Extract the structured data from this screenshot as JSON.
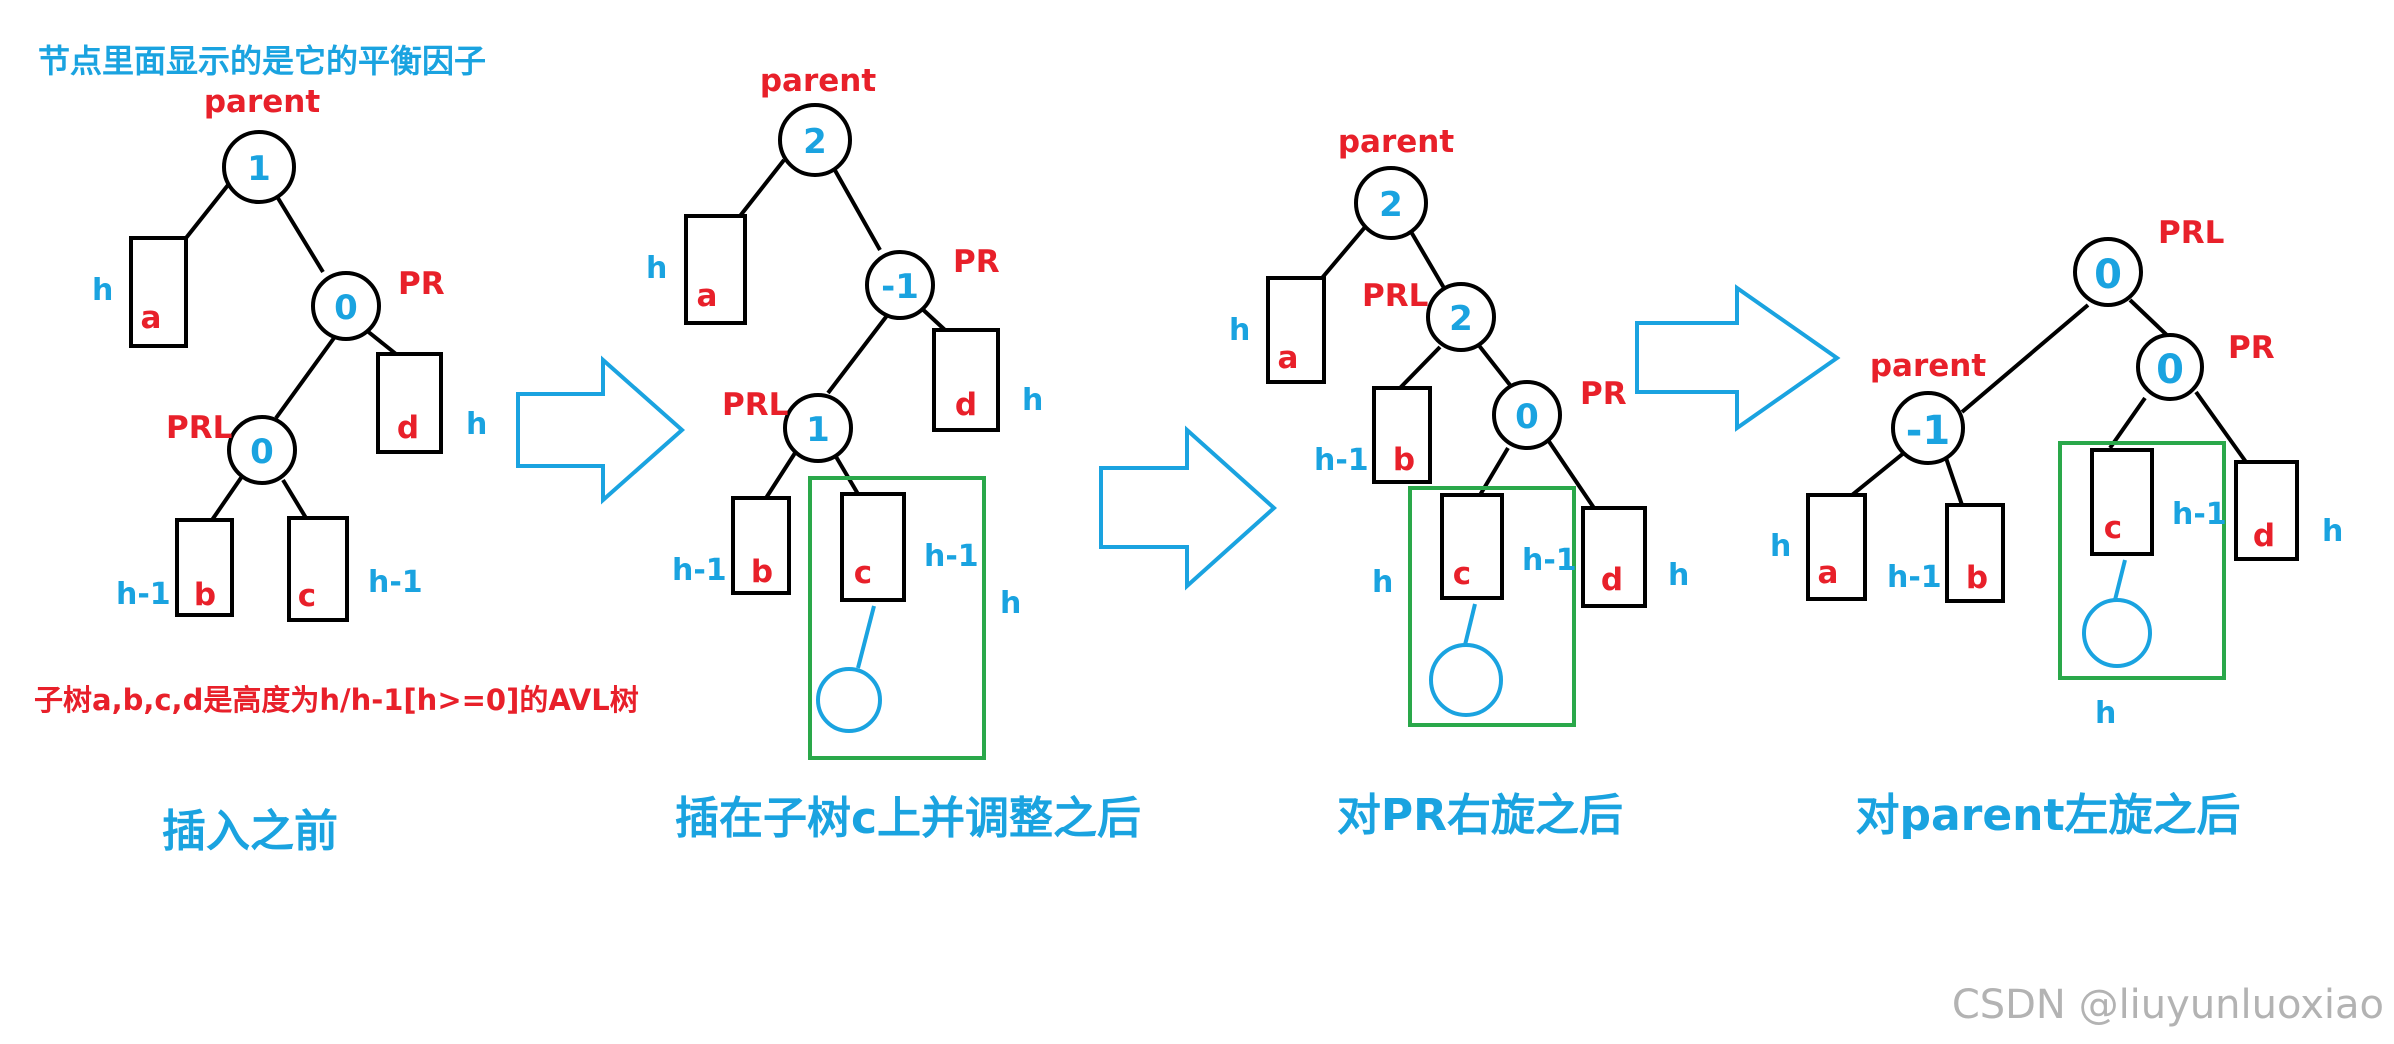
{
  "note": "节点里面显示的是它的平衡因子",
  "subtree_note": "子树a,b,c,d是高度为h/h-1[h>=0]的AVL树",
  "watermark": "CSDN @liuyunluoxiao",
  "colors": {
    "blue": "#1aa3e0",
    "red": "#e8202a",
    "green": "#2aa84a",
    "black": "#000000"
  },
  "stages": [
    {
      "caption": "插入之前",
      "nodes": {
        "parent": "1",
        "pr": "0",
        "prl": "0"
      },
      "labels": {
        "parent": "parent",
        "pr": "PR",
        "prl": "PRL"
      },
      "subtrees": {
        "a": "a",
        "b": "b",
        "c": "c",
        "d": "d"
      },
      "heights": {
        "a": "h",
        "b": "h-1",
        "c": "h-1",
        "d": "h"
      }
    },
    {
      "caption": "插在子树c上并调整之后",
      "nodes": {
        "parent": "2",
        "pr": "-1",
        "prl": "1"
      },
      "labels": {
        "parent": "parent",
        "pr": "PR",
        "prl": "PRL"
      },
      "subtrees": {
        "a": "a",
        "b": "b",
        "c": "c",
        "d": "d"
      },
      "heights": {
        "a": "h",
        "b": "h-1",
        "c": "h-1",
        "d": "h",
        "box": "h"
      }
    },
    {
      "caption": "对PR右旋之后",
      "nodes": {
        "parent": "2",
        "prl": "2",
        "pr": "0"
      },
      "labels": {
        "parent": "parent",
        "prl": "PRL",
        "pr": "PR"
      },
      "subtrees": {
        "a": "a",
        "b": "b",
        "c": "c",
        "d": "d"
      },
      "heights": {
        "a": "h",
        "b": "h-1",
        "box": "h",
        "c": "h-1",
        "d": "h"
      }
    },
    {
      "caption": "对parent左旋之后",
      "nodes": {
        "prl": "0",
        "parent": "-1",
        "pr": "0"
      },
      "labels": {
        "prl": "PRL",
        "parent": "parent",
        "pr": "PR"
      },
      "subtrees": {
        "a": "a",
        "b": "b",
        "c": "c",
        "d": "d"
      },
      "heights": {
        "a": "h",
        "b": "h-1",
        "c": "h-1",
        "d": "h",
        "box": "h"
      }
    }
  ]
}
